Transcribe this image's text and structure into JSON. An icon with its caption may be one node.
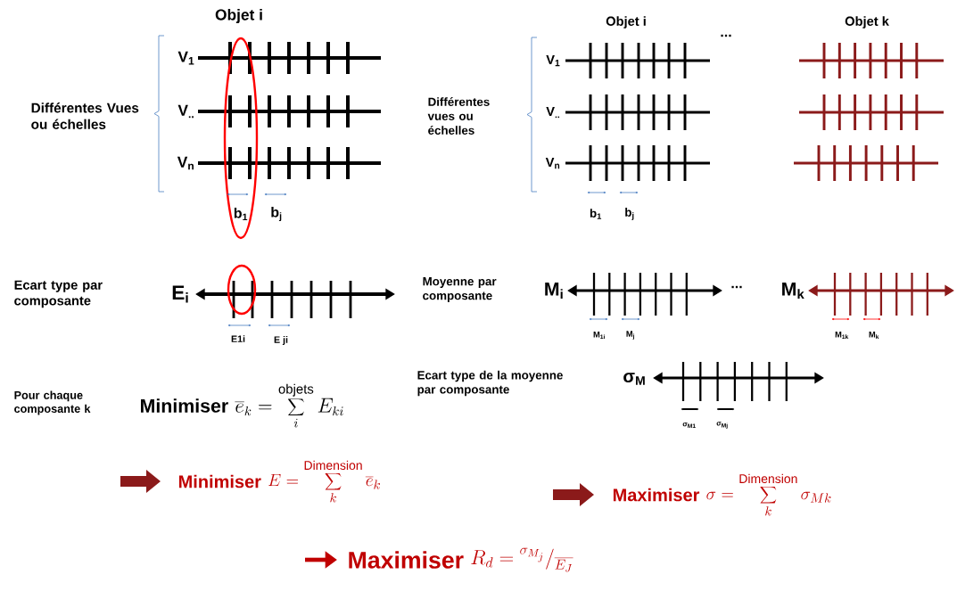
{
  "diagram": {
    "labels": [
      "Objet i",
      "Différentes Vues ou échelles",
      "V$_{1}$",
      "V$_{..}$",
      "V$_{n}$",
      "b$_{1}$",
      "b$_{j}$",
      "Objet i",
      "...",
      "Objet k",
      "Différentes vues ou échelles",
      "V$_{1}$",
      "V$_{..}$",
      "V$_{n}$",
      "b$_{1}$",
      "b$_{j}$",
      "Ecart type par composante",
      "E$_{i}$",
      "E1i",
      "E ji",
      "Moyenne par composante",
      "M$_{i}$",
      "...",
      "M$_{k}$",
      "M$_{1i}$",
      "M$_{j}$",
      "M$_{1k}$",
      "M$_{k}$",
      "Pour chaque composante k",
      "Minimiser",
      "\\overline{e}_{k} = \\sum_{i}^{\\mathrm{objets}} E_{ki}",
      "Ecart type de la moyenne par composante",
      "σ$_{M}$",
      "σ$_{M1}$",
      "σ$_{Mj}$",
      "Minimiser",
      "E = \\sum_{k}^{\\mathrm{Dimension}} \\overline{e}_{k}",
      "Maximiser",
      "\\sigma = \\sum_{k}^{\\mathrm{Dimension}} \\sigma_{Mk}",
      "Maximiser",
      "R_{d} = {}^{\\sigma_{M_j}}\\Big/{}_{\\overline{E_J}}"
    ]
  }
}
